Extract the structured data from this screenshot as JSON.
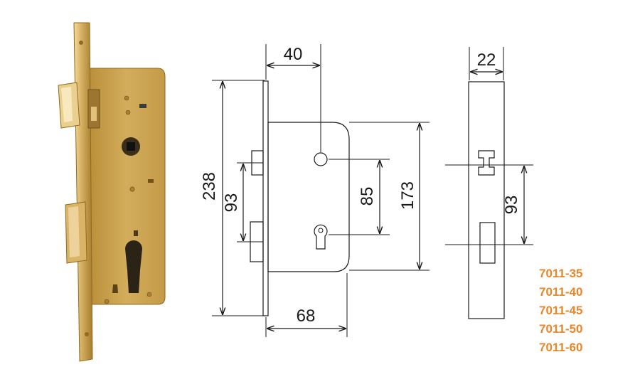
{
  "drawing": {
    "colors": {
      "brass": "#c9a24e",
      "brass_dark": "#8f6a22",
      "brass_light": "#ead08a",
      "line": "#1a1a1a",
      "model_text": "#e8862a"
    },
    "front_view": {
      "width_label": "40",
      "height_label": "238",
      "spacing_label": "93",
      "keyhole_spacing_label": "85",
      "case_height_label": "173",
      "depth_label": "68"
    },
    "side_view": {
      "thickness_label": "22",
      "spacing_label": "93"
    },
    "models": [
      "7011-35",
      "7011-40",
      "7011-45",
      "7011-50",
      "7011-60"
    ]
  }
}
